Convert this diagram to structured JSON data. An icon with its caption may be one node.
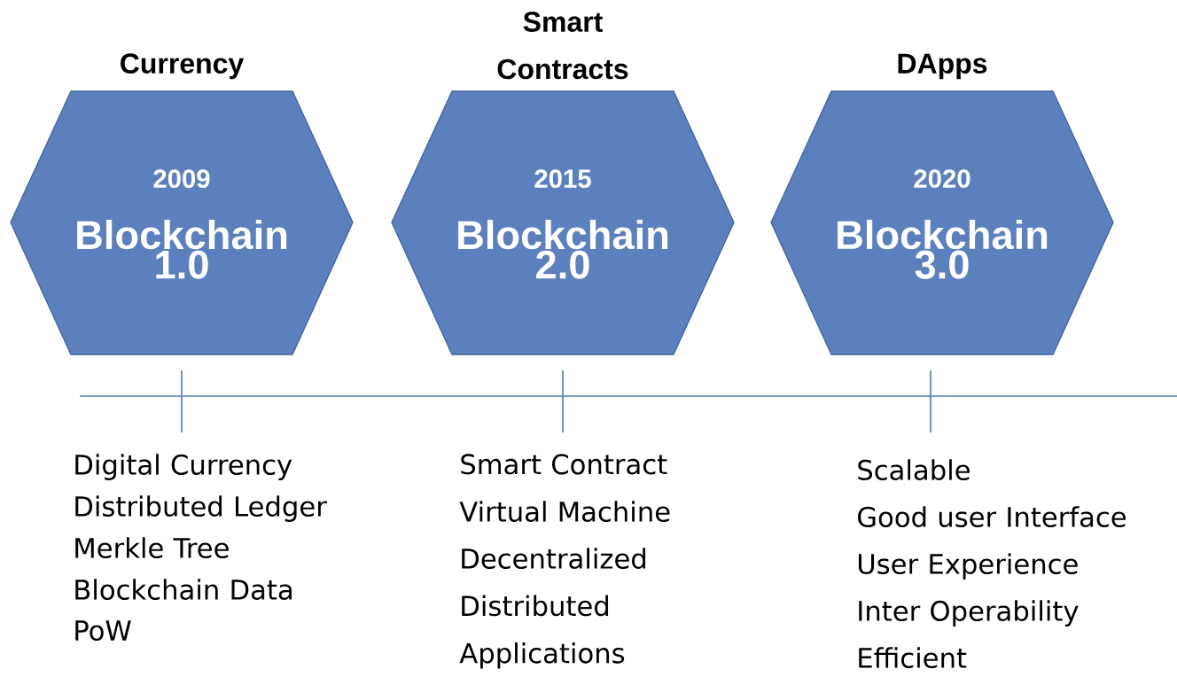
{
  "diagram": {
    "nodes": [
      {
        "text": [
          "Currency",
          "2009",
          "Blockchain 1.0"
        ]
      },
      {
        "text": [
          "Smart Contracts",
          "2015",
          "Blockchain 2.0"
        ]
      },
      {
        "text": [
          "DApps",
          "2020",
          "Blockchain 3.0"
        ]
      }
    ],
    "labels": [
      "Digital Currency",
      "Distributed Ledger",
      "Merkle Tree",
      "Blockchain Data",
      "PoW",
      "Smart Contract",
      "Virtual Machine",
      "Decentralized Distributed Applications",
      "Scalable",
      "Good user Interface",
      "User Experience",
      "Inter Operability",
      "Efficient"
    ]
  }
}
